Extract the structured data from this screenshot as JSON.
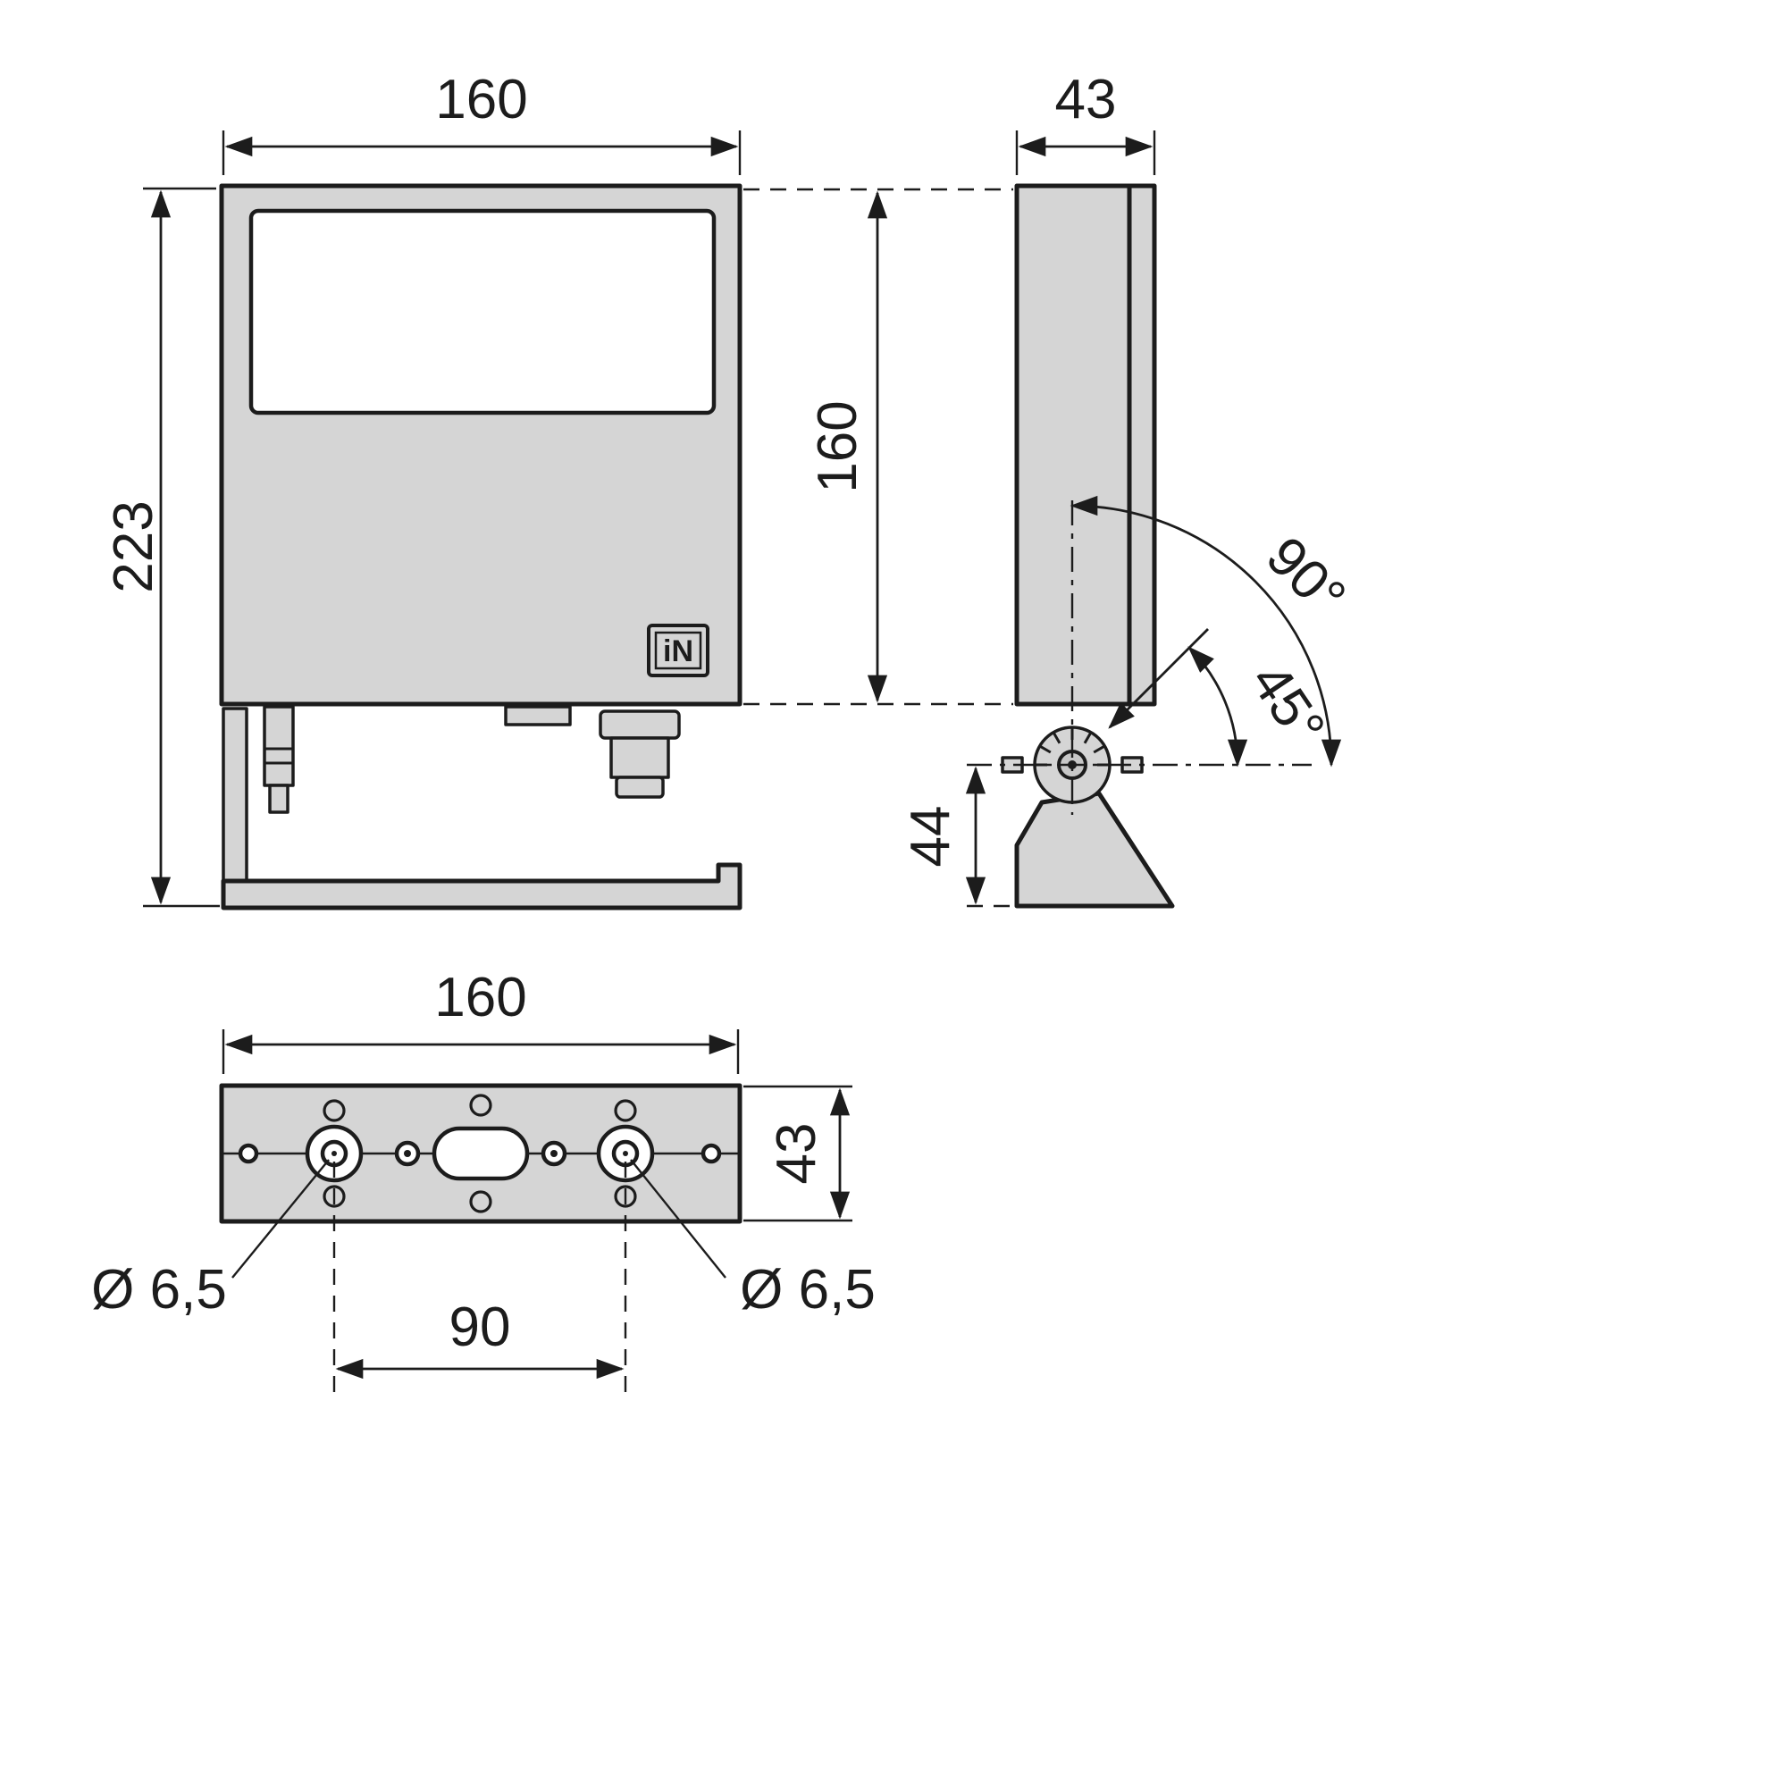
{
  "drawing": {
    "type": "technical-dimension-drawing",
    "subject": "floodlight luminaire with mounting bracket, three orthographic views",
    "colors": {
      "body_fill": "#d5d5d5",
      "line": "#1c1c1c",
      "background": "#ffffff"
    },
    "front_view": {
      "width": "160",
      "overall_height": "223",
      "body_height": "160",
      "logo_text": "iN"
    },
    "side_view": {
      "depth": "43",
      "tilt_angle_full": "90°",
      "tilt_angle_half": "45°",
      "bracket_height": "44"
    },
    "bottom_view": {
      "width": "160",
      "depth": "43",
      "hole_spacing": "90",
      "hole_diameter_left": "Ø 6,5",
      "hole_diameter_right": "Ø 6,5"
    }
  }
}
